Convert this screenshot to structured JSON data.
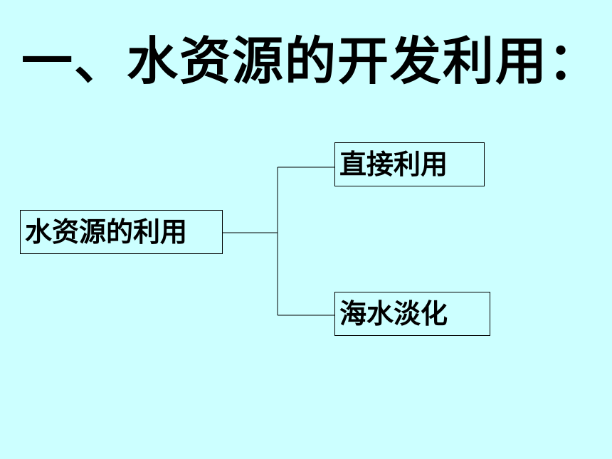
{
  "slide": {
    "title": "一、水资源的开发利用："
  },
  "diagram": {
    "root": "水资源的利用",
    "branches": [
      "直接利用",
      "海水淡化"
    ]
  },
  "colors": {
    "background": "#ccffff",
    "text": "#000000",
    "line": "#000000"
  }
}
